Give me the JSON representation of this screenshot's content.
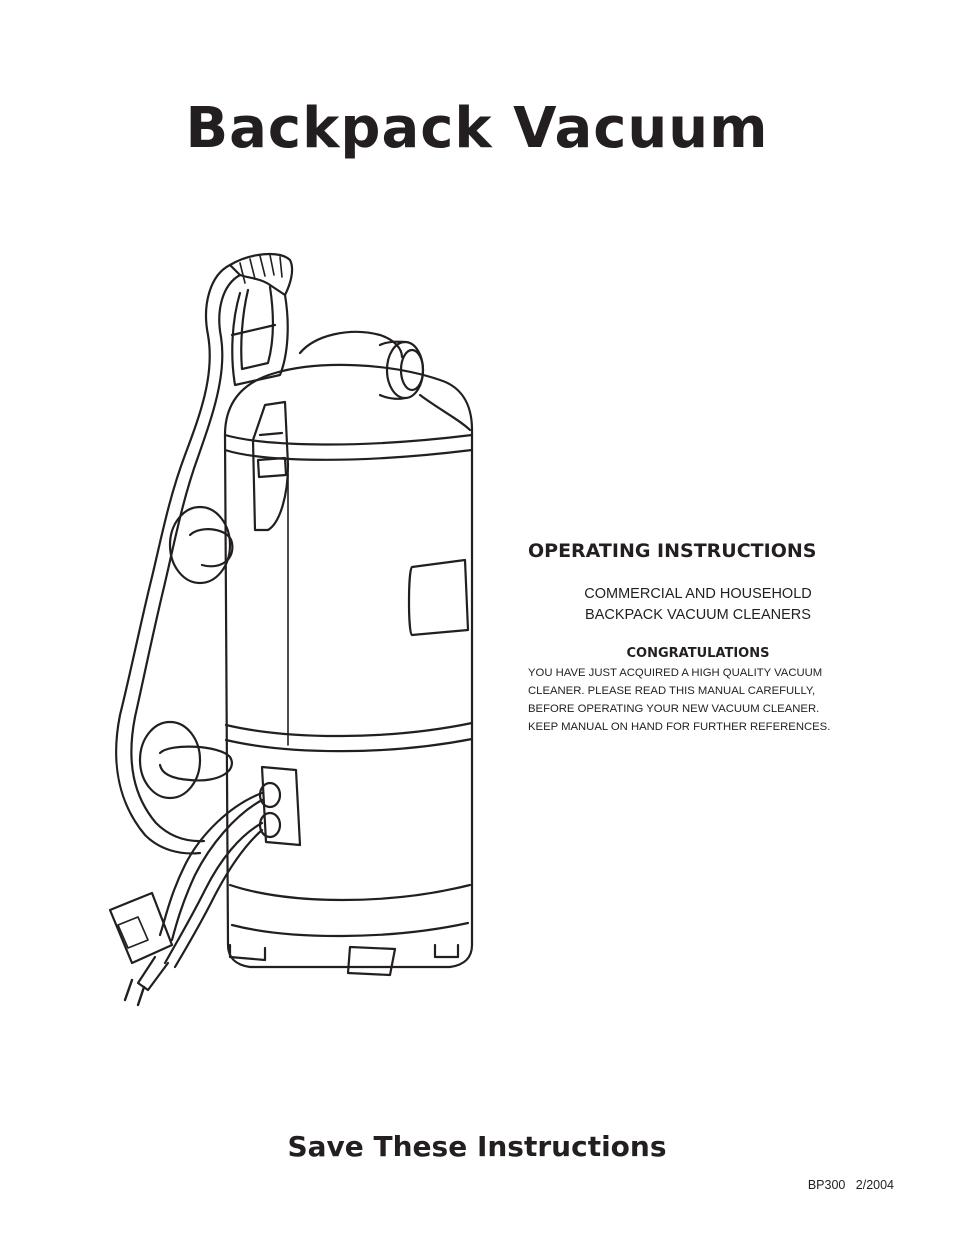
{
  "document": {
    "title": "Backpack Vacuum",
    "operating_heading": "OPERATING INSTRUCTIONS",
    "product_lines": [
      "COMMERCIAL AND HOUSEHOLD",
      "BACKPACK VACUUM CLEANERS"
    ],
    "congratulations_heading": "CONGRATULATIONS",
    "congratulations_lines": [
      "YOU HAVE JUST ACQUIRED A HIGH QUALITY VACUUM",
      "CLEANER. PLEASE READ THIS MANUAL CAREFULLY,",
      "BEFORE OPERATING YOUR NEW VACUUM CLEANER.",
      "KEEP MANUAL ON HAND FOR FURTHER REFERENCES."
    ],
    "footer_title": "Save These Instructions",
    "model_code": "BP300",
    "date_code": "2/2004"
  },
  "illustration": {
    "icon": "backpack-vacuum-illustration",
    "line_color": "#231f20"
  }
}
